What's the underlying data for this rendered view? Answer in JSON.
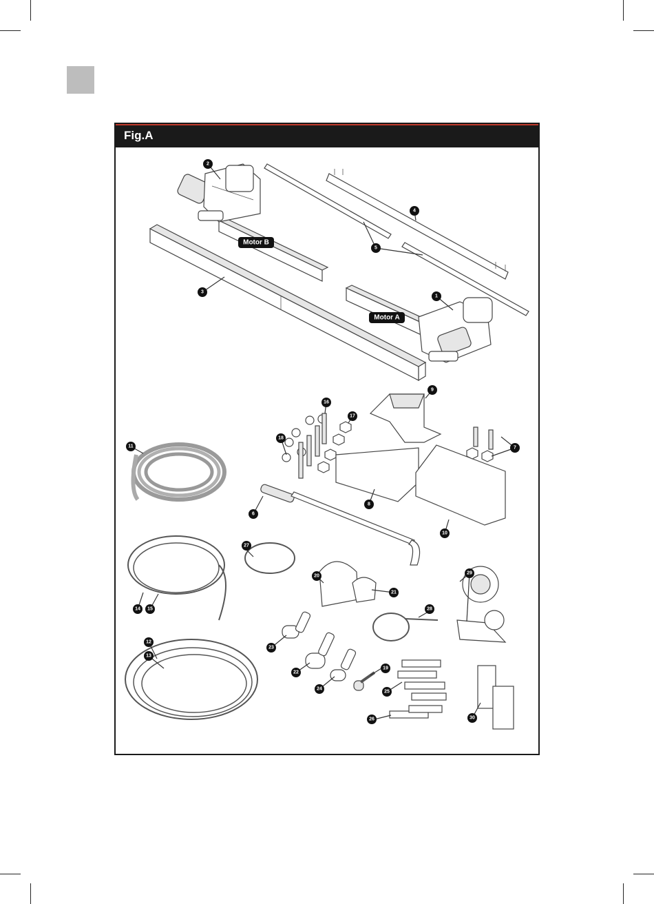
{
  "figure": {
    "title": "Fig.A",
    "motor_labels": {
      "motor_a": "Motor A",
      "motor_b": "Motor B"
    },
    "callouts": [
      "1",
      "2",
      "3",
      "4",
      "5",
      "6",
      "7",
      "8",
      "9",
      "10",
      "11",
      "12",
      "13",
      "14",
      "15",
      "16",
      "17",
      "18",
      "19",
      "20",
      "21",
      "22",
      "23",
      "24",
      "25",
      "26",
      "27",
      "28",
      "29",
      "30"
    ]
  },
  "colors": {
    "header_bg": "#1a1a1a",
    "header_accent": "#c0392b",
    "tab_gray": "#bdbdbd"
  }
}
